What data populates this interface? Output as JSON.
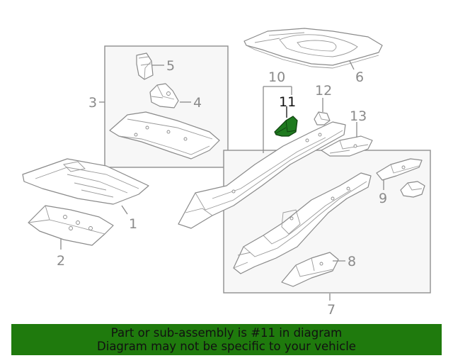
{
  "labels": {
    "l1": "1",
    "l2": "2",
    "l3": "3",
    "l4": "4",
    "l5": "5",
    "l6": "6",
    "l7": "7",
    "l8": "8",
    "l9": "9",
    "l10": "10",
    "l11": "11",
    "l12": "12",
    "l13": "13"
  },
  "banner": {
    "line1": "Part or sub-assembly is #11 in diagram",
    "line2": "Diagram may not be specific to your vehicle"
  },
  "colors": {
    "highlight": "#1f7a1f",
    "banner": "#1f7a0d",
    "line": "#8a8a8a"
  }
}
